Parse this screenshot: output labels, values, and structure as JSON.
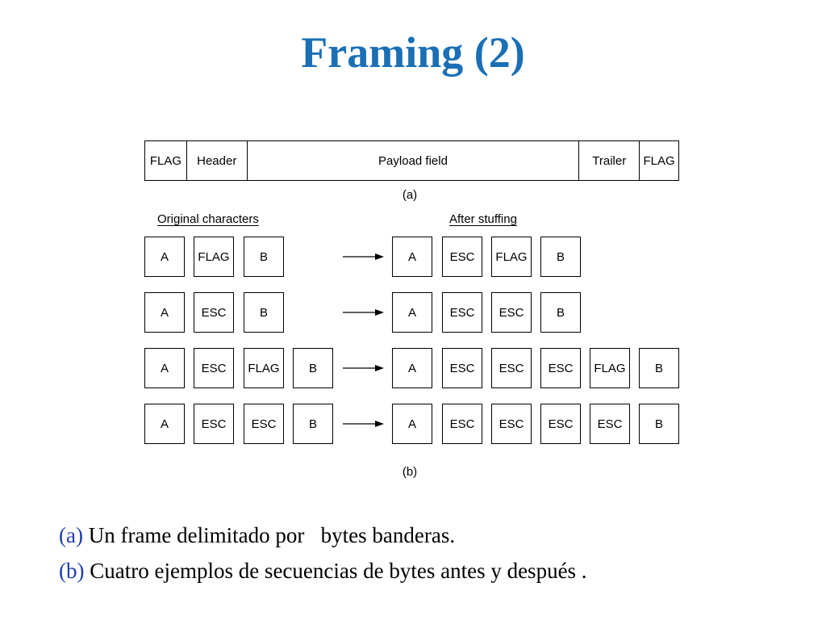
{
  "title": "Framing (2)",
  "colors": {
    "title": "#1a6fb5",
    "caption_label": "#1f3fb0",
    "text": "#000000"
  },
  "frame": {
    "segments": [
      {
        "label": "FLAG",
        "width": 51
      },
      {
        "label": "Header",
        "width": 75
      },
      {
        "label": "Payload field",
        "width": 413
      },
      {
        "label": "Trailer",
        "width": 75
      },
      {
        "label": "FLAG",
        "width": 49
      }
    ],
    "caption": "(a)"
  },
  "stuffing": {
    "original_header": "Original characters",
    "after_header": "After stuffing",
    "rows": [
      {
        "original": [
          "A",
          "FLAG",
          "B"
        ],
        "after": [
          "A",
          "ESC",
          "FLAG",
          "B"
        ]
      },
      {
        "original": [
          "A",
          "ESC",
          "B"
        ],
        "after": [
          "A",
          "ESC",
          "ESC",
          "B"
        ]
      },
      {
        "original": [
          "A",
          "ESC",
          "FLAG",
          "B"
        ],
        "after": [
          "A",
          "ESC",
          "ESC",
          "ESC",
          "FLAG",
          "B"
        ]
      },
      {
        "original": [
          "A",
          "ESC",
          "ESC",
          "B"
        ],
        "after": [
          "A",
          "ESC",
          "ESC",
          "ESC",
          "ESC",
          "B"
        ]
      }
    ],
    "caption": "(b)"
  },
  "footer": [
    {
      "label": "(a)",
      "text": " Un frame delimitado por   bytes banderas."
    },
    {
      "label": "(b)",
      "text": " Cuatro ejemplos de secuencias de bytes antes y después ."
    }
  ]
}
